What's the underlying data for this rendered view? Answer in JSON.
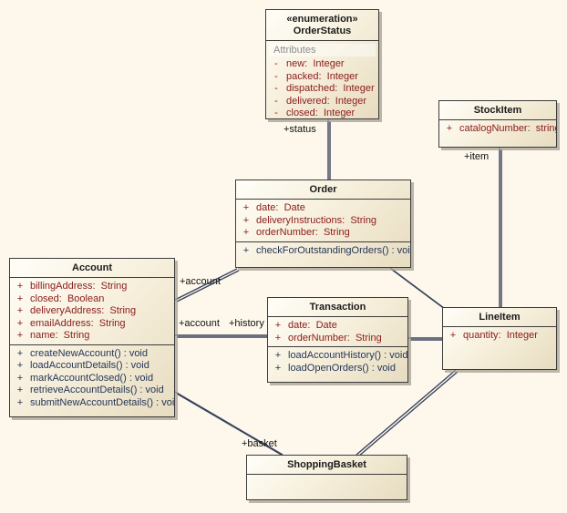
{
  "colors": {
    "background": "#FDF8EB",
    "box_fill_light": "#FFFEF8",
    "box_fill_dark": "#E7DCC0",
    "box_border": "#3B3B3B",
    "attribute_text": "#8B1A1A",
    "operation_text": "#24365A",
    "connector": "#39425C"
  },
  "classes": {
    "order_status": {
      "stereotype": "«enumeration»",
      "name": "OrderStatus",
      "attributes_label": "Attributes",
      "attributes": [
        {
          "vis": "-",
          "text": "new:  Integer"
        },
        {
          "vis": "-",
          "text": "packed:  Integer"
        },
        {
          "vis": "-",
          "text": "dispatched:  Integer"
        },
        {
          "vis": "-",
          "text": "delivered:  Integer"
        },
        {
          "vis": "-",
          "text": "closed:  Integer"
        }
      ]
    },
    "stock_item": {
      "name": "StockItem",
      "attributes": [
        {
          "vis": "+",
          "text": "catalogNumber:  string"
        }
      ]
    },
    "order": {
      "name": "Order",
      "attributes": [
        {
          "vis": "+",
          "text": "date:  Date"
        },
        {
          "vis": "+",
          "text": "deliveryInstructions:  String"
        },
        {
          "vis": "+",
          "text": "orderNumber:  String"
        }
      ],
      "operations": [
        {
          "vis": "+",
          "text": "checkForOutstandingOrders() : void"
        }
      ]
    },
    "account": {
      "name": "Account",
      "attributes": [
        {
          "vis": "+",
          "text": "billingAddress:  String"
        },
        {
          "vis": "+",
          "text": "closed:  Boolean"
        },
        {
          "vis": "+",
          "text": "deliveryAddress:  String"
        },
        {
          "vis": "+",
          "text": "emailAddress:  String"
        },
        {
          "vis": "+",
          "text": "name:  String"
        }
      ],
      "operations": [
        {
          "vis": "+",
          "text": "createNewAccount() : void"
        },
        {
          "vis": "+",
          "text": "loadAccountDetails() : void"
        },
        {
          "vis": "+",
          "text": "markAccountClosed() : void"
        },
        {
          "vis": "+",
          "text": "retrieveAccountDetails() : void"
        },
        {
          "vis": "+",
          "text": "submitNewAccountDetails() : void"
        }
      ]
    },
    "transaction": {
      "name": "Transaction",
      "attributes": [
        {
          "vis": "+",
          "text": "date:  Date"
        },
        {
          "vis": "+",
          "text": "orderNumber:  String"
        }
      ],
      "operations": [
        {
          "vis": "+",
          "text": "loadAccountHistory() : void"
        },
        {
          "vis": "+",
          "text": "loadOpenOrders() : void"
        }
      ]
    },
    "line_item": {
      "name": "LineItem",
      "attributes": [
        {
          "vis": "+",
          "text": "quantity:  Integer"
        }
      ]
    },
    "shopping_basket": {
      "name": "ShoppingBasket"
    }
  },
  "connector_labels": {
    "status": "+status",
    "item": "+item",
    "account_order": "+account",
    "account_transaction_source": "+account",
    "account_transaction_target": "+history",
    "basket": "+basket"
  }
}
